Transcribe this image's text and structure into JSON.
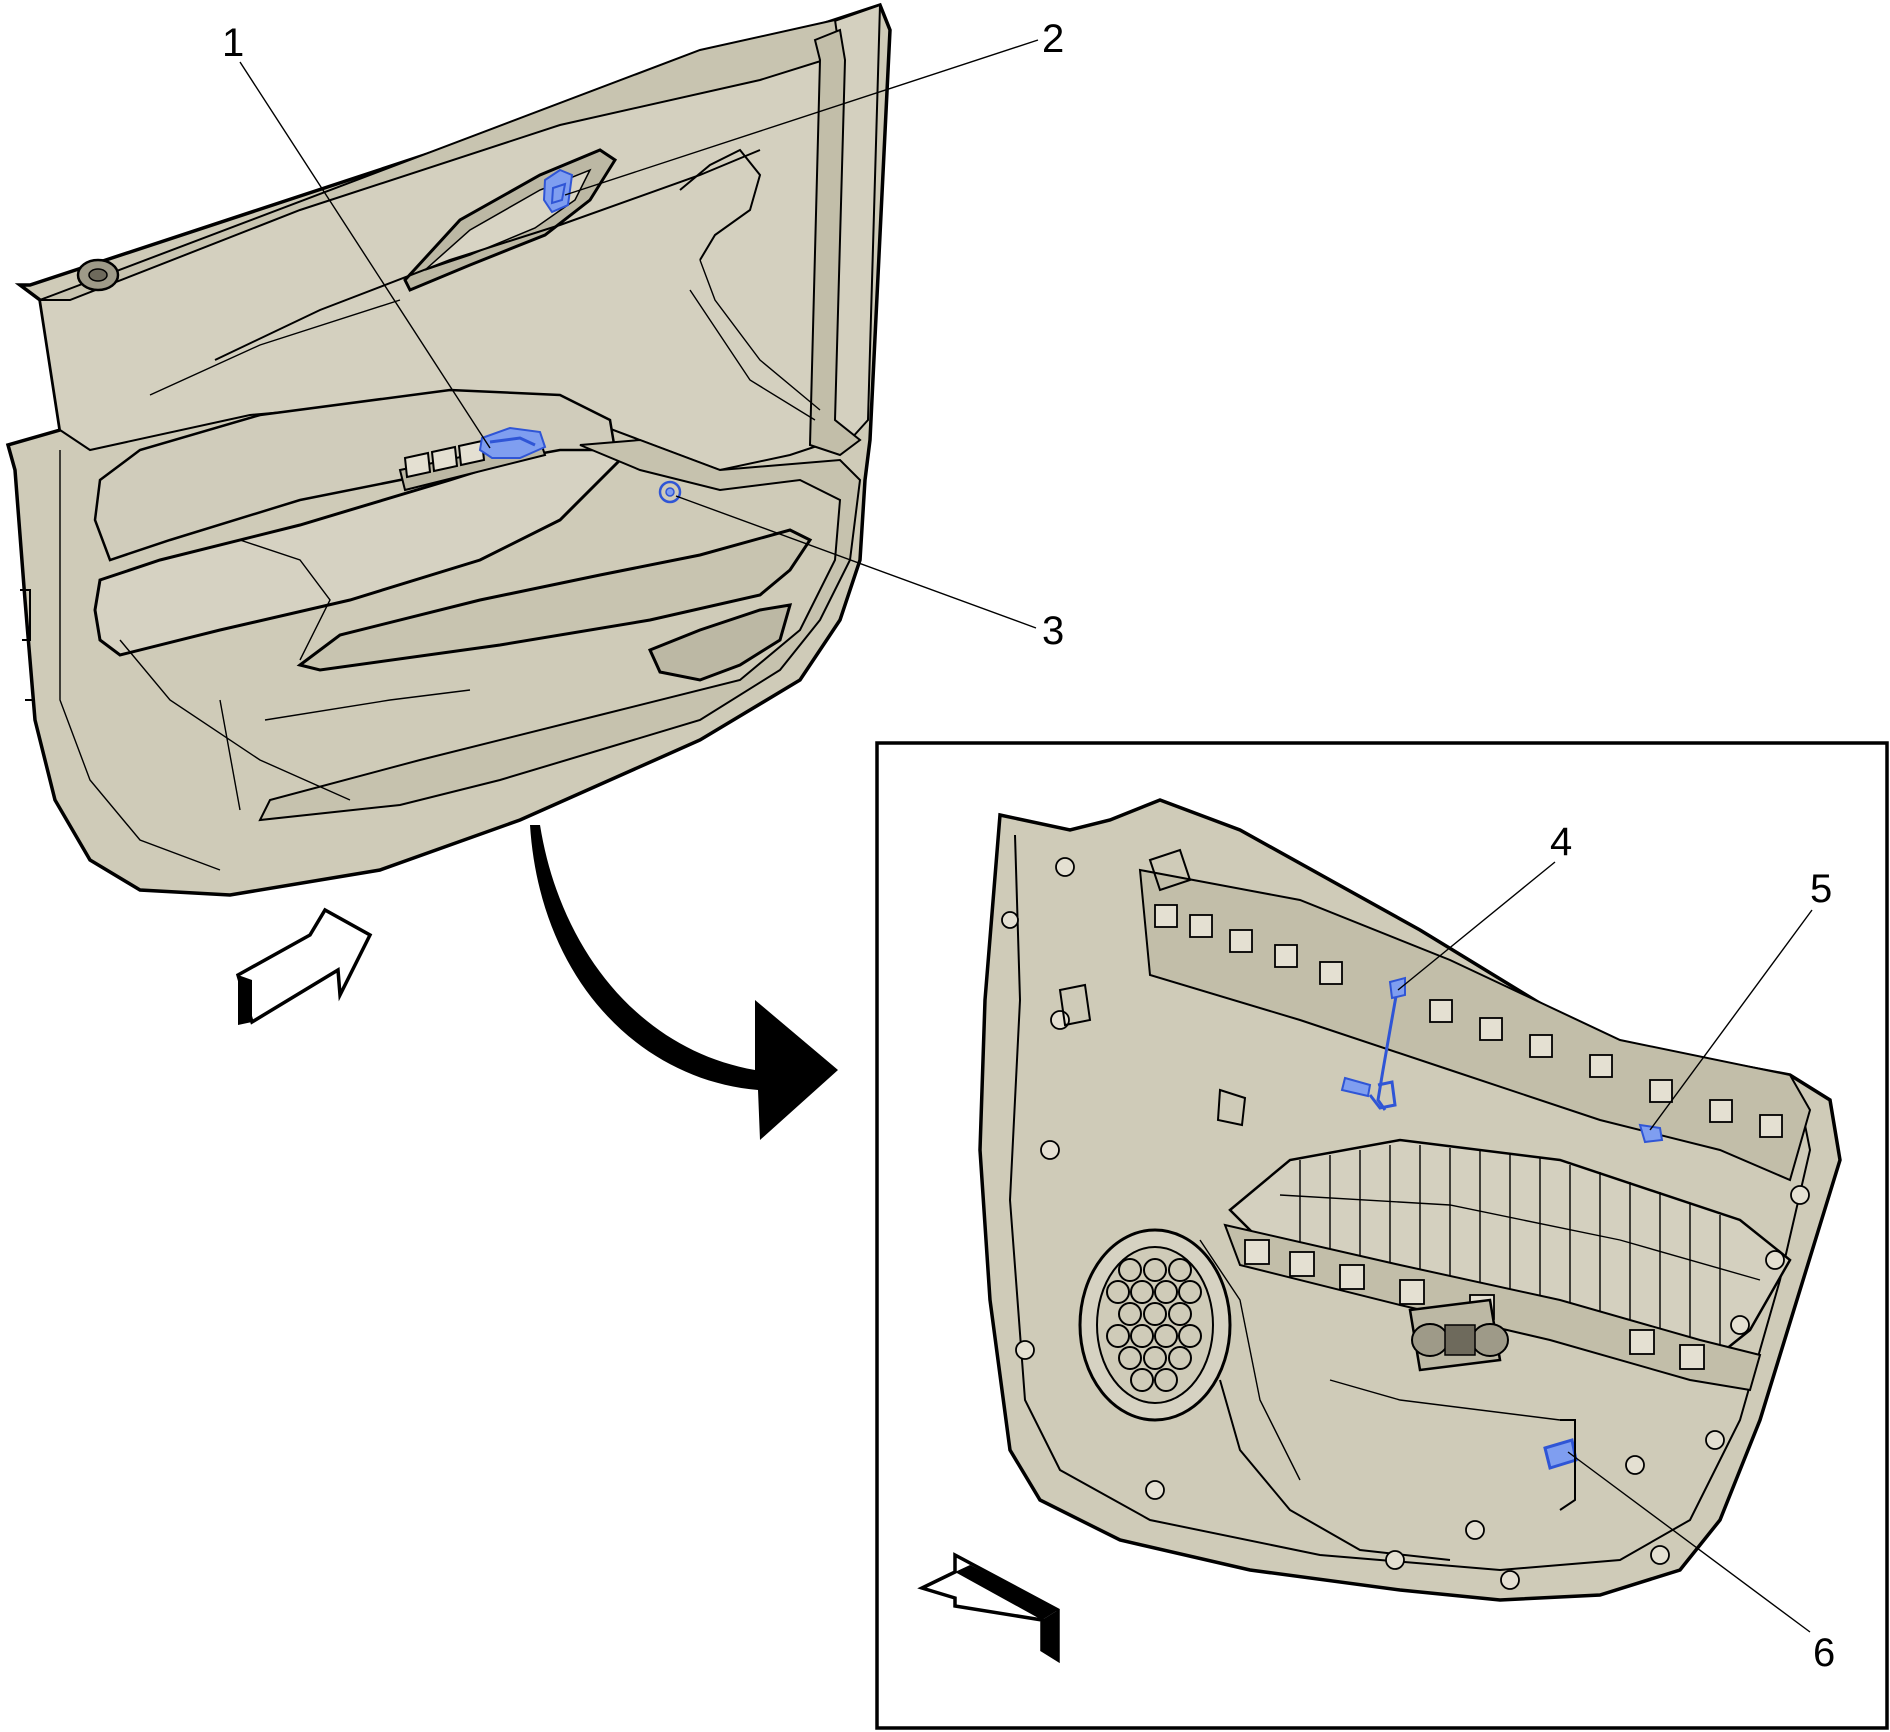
{
  "figure": {
    "colors": {
      "panel_fill": "#cfcbb8",
      "panel_shade": "#bcb8a4",
      "outline": "#000000",
      "highlight_fill": "#7f9ef0",
      "highlight_stroke": "#2f55d6",
      "background": "#ffffff"
    },
    "callouts": [
      {
        "id": "1",
        "label": "1"
      },
      {
        "id": "2",
        "label": "2"
      },
      {
        "id": "3",
        "label": "3"
      },
      {
        "id": "4",
        "label": "4"
      },
      {
        "id": "5",
        "label": "5"
      },
      {
        "id": "6",
        "label": "6"
      }
    ]
  }
}
